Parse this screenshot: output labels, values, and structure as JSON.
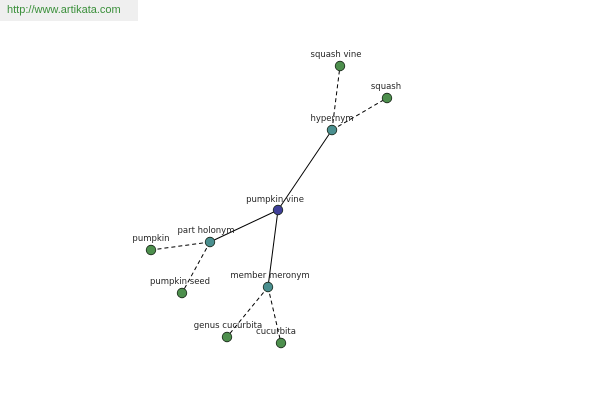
{
  "url_banner": {
    "text": "http://www.artikata.com"
  },
  "colors": {
    "center": "#3f3f99",
    "relation": "#4a8f8f",
    "leaf": "#4d8f4d"
  },
  "graph": {
    "nodes": [
      {
        "id": "pumpkin-vine",
        "label": "pumpkin vine",
        "kind": "center"
      },
      {
        "id": "hypernym",
        "label": "hypernym",
        "kind": "relation"
      },
      {
        "id": "squash-vine",
        "label": "squash vine",
        "kind": "leaf"
      },
      {
        "id": "squash",
        "label": "squash",
        "kind": "leaf"
      },
      {
        "id": "part-holonym",
        "label": "part holonym",
        "kind": "relation"
      },
      {
        "id": "pumpkin",
        "label": "pumpkin",
        "kind": "leaf"
      },
      {
        "id": "pumpkin-seed",
        "label": "pumpkin seed",
        "kind": "leaf"
      },
      {
        "id": "member-meronym",
        "label": "member meronym",
        "kind": "relation"
      },
      {
        "id": "genus-cucurbita",
        "label": "genus cucurbita",
        "kind": "leaf"
      },
      {
        "id": "cucurbita",
        "label": "cucurbita",
        "kind": "leaf"
      }
    ],
    "edges": [
      {
        "from": "pumpkin-vine",
        "to": "hypernym",
        "style": "solid"
      },
      {
        "from": "pumpkin-vine",
        "to": "part-holonym",
        "style": "solid"
      },
      {
        "from": "pumpkin-vine",
        "to": "member-meronym",
        "style": "solid"
      },
      {
        "from": "hypernym",
        "to": "squash-vine",
        "style": "dashed"
      },
      {
        "from": "hypernym",
        "to": "squash",
        "style": "dashed"
      },
      {
        "from": "part-holonym",
        "to": "pumpkin",
        "style": "dashed"
      },
      {
        "from": "part-holonym",
        "to": "pumpkin-seed",
        "style": "dashed"
      },
      {
        "from": "member-meronym",
        "to": "genus-cucurbita",
        "style": "dashed"
      },
      {
        "from": "member-meronym",
        "to": "cucurbita",
        "style": "dashed"
      }
    ]
  }
}
